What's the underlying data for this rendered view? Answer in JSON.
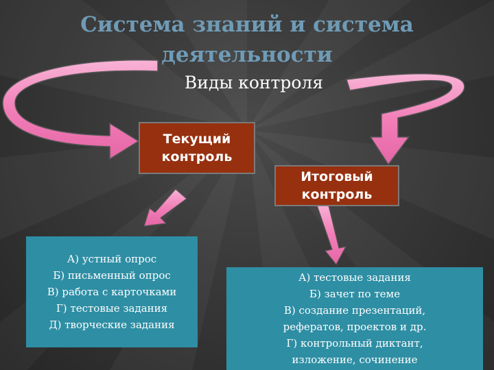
{
  "title": "Система знаний и система деятельности",
  "subtitle": "Виды контроля",
  "current_control": {
    "label_line1": "Текущий",
    "label_line2": "контроль",
    "items": [
      "А) устный опрос",
      "Б) письменный опрос",
      "В) работа с карточками",
      "Г) тестовые задания",
      "Д) творческие  задания"
    ]
  },
  "final_control": {
    "label_line1": "Итоговый",
    "label_line2": "контроль",
    "items": [
      "А) тестовые задания",
      "Б) зачет по теме",
      "В) создание презентаций,",
      "рефератов, проектов и др.",
      "Г) контрольный диктант,",
      "изложение, сочинение"
    ]
  },
  "colors": {
    "title": "#6f9bb6",
    "box_brown": "#97300f",
    "box_teal": "#2e8ea4",
    "arrow_pink": "#f27fb8"
  }
}
